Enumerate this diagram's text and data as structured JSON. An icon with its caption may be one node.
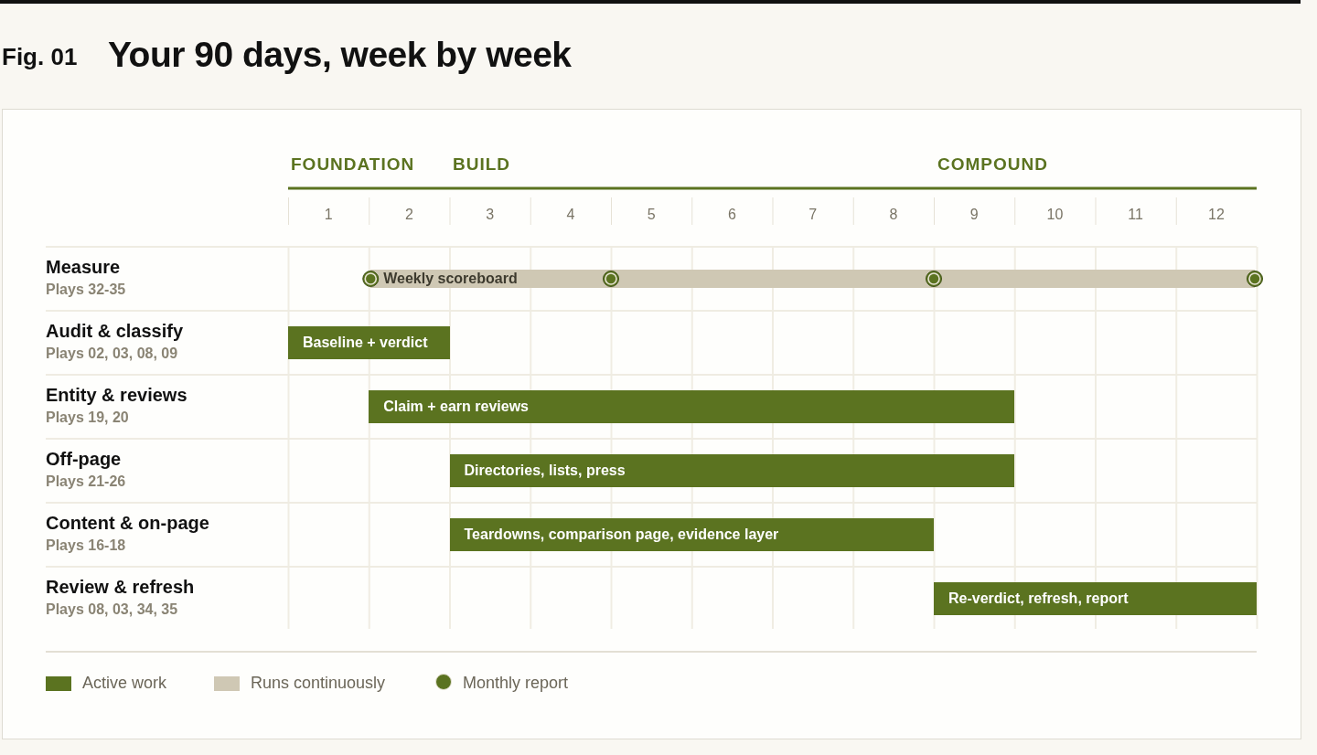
{
  "diagram": {
    "title": "Your 90 days, week by week",
    "nodes": [
      {
        "text": [
          "Weekly scoreboard"
        ]
      },
      {
        "text": [
          "Baseline + verdict"
        ]
      },
      {
        "text": [
          "Claim + earn reviews"
        ]
      },
      {
        "text": [
          "Directories, lists, press"
        ]
      },
      {
        "text": [
          "Teardowns, comparison page, evidence layer"
        ]
      },
      {
        "text": [
          "Re-verdict, refresh, report"
        ]
      }
    ],
    "labels": [
      "Fig. 01",
      "FOUNDATION",
      "BUILD",
      "COMPOUND",
      "1",
      "2",
      "3",
      "4",
      "5",
      "6",
      "7",
      "8",
      "9",
      "10",
      "11",
      "12",
      "Measure",
      "Plays 32-35",
      "Audit & classify",
      "Plays 02, 03, 08, 09",
      "Entity & reviews",
      "Plays 19, 20",
      "Off-page",
      "Plays 21-26",
      "Content & on-page",
      "Plays 16-18",
      "Review & refresh",
      "Plays 08, 03, 34, 35"
    ],
    "legend": [
      {
        "text": "Active work",
        "color": "#5b7320"
      },
      {
        "text": "Runs continuously",
        "color": "#cfc8b4"
      },
      {
        "text": "Monthly report",
        "color": "#5b7320"
      }
    ]
  }
}
